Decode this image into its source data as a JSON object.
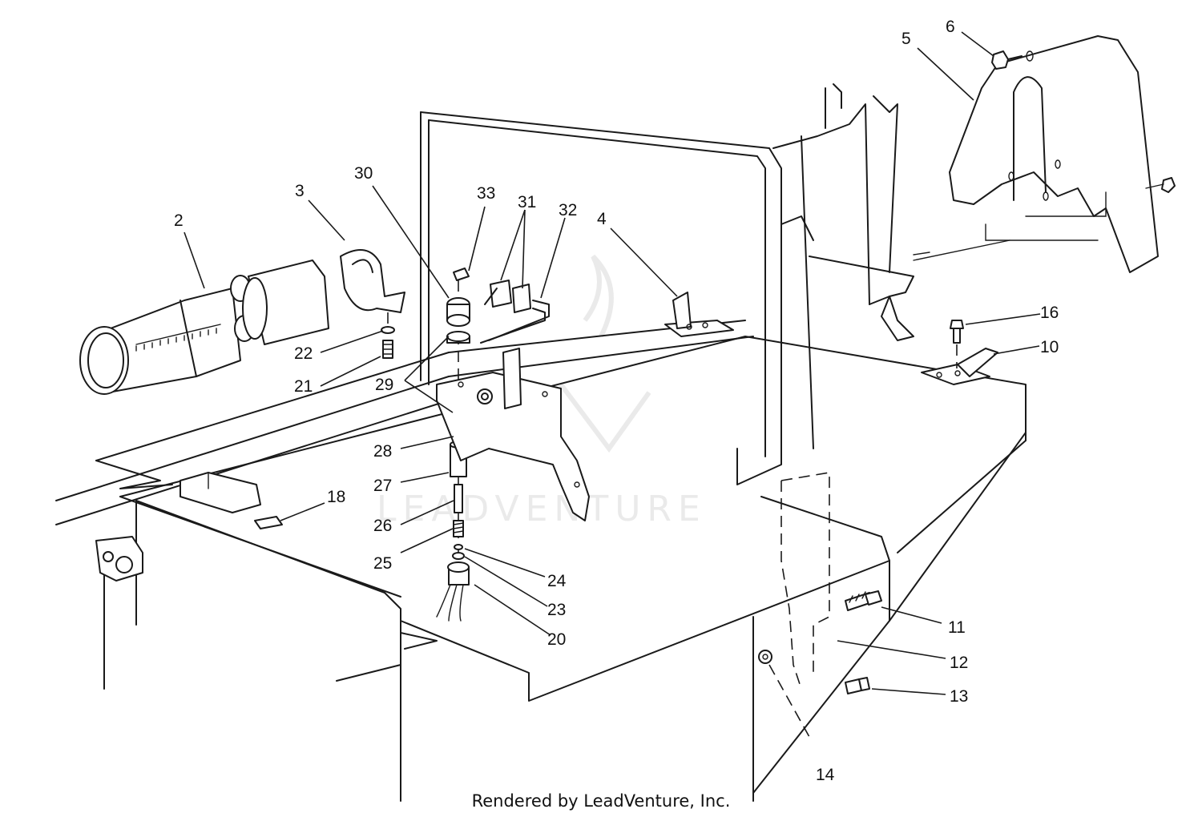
{
  "diagram": {
    "callouts": [
      "2",
      "3",
      "4",
      "5",
      "6",
      "10",
      "11",
      "12",
      "13",
      "14",
      "16",
      "18",
      "20",
      "21",
      "22",
      "23",
      "24",
      "25",
      "26",
      "27",
      "28",
      "29",
      "30",
      "31",
      "32",
      "33"
    ],
    "watermark": "LEADVENTURE"
  },
  "footer": {
    "text": "Rendered by LeadVenture, Inc."
  }
}
